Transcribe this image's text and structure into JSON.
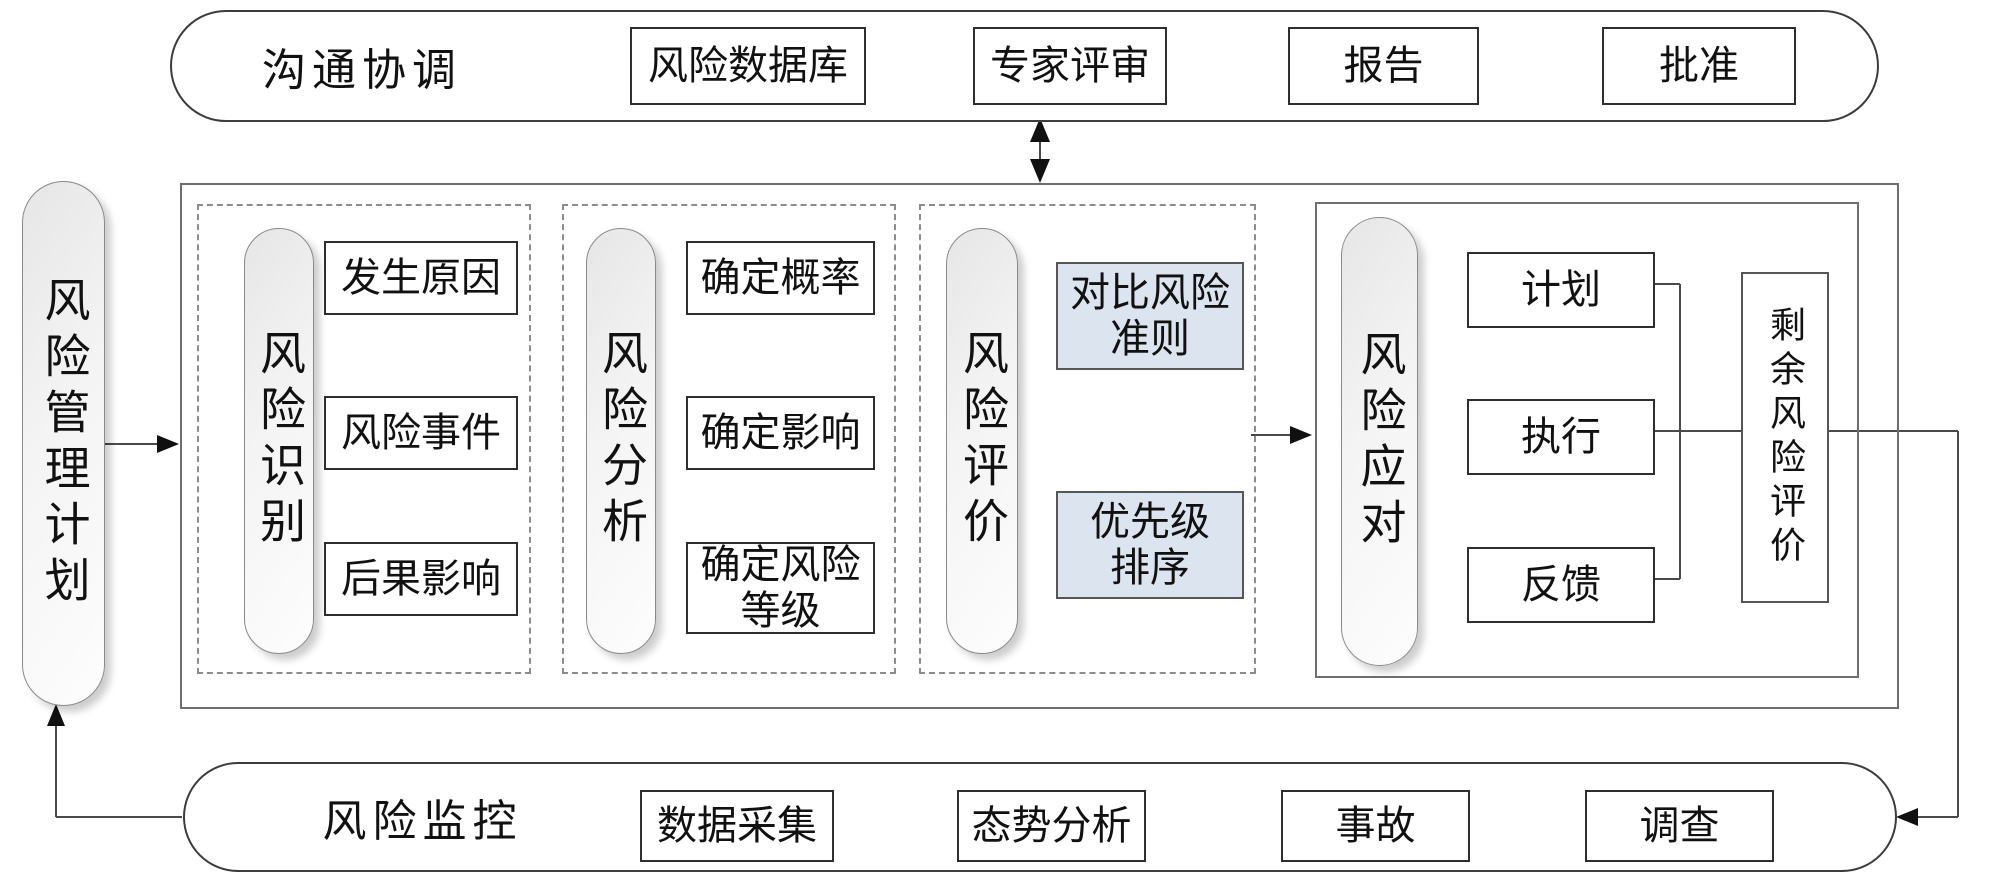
{
  "top_bar": {
    "label": "沟通协调",
    "items": [
      "风险数据库",
      "专家评审",
      "报告",
      "批准"
    ]
  },
  "plan_pill": {
    "label": "风险管理计划"
  },
  "panels": {
    "identification": {
      "pill": "风险识别",
      "boxes": [
        "发生原因",
        "风险事件",
        "后果影响"
      ]
    },
    "analysis": {
      "pill": "风险分析",
      "boxes": [
        "确定概率",
        "确定影响",
        "确定风险\n等级"
      ]
    },
    "evaluation": {
      "pill": "风险评价",
      "boxes": [
        "对比风险\n准则",
        "优先级\n排序"
      ]
    },
    "response": {
      "pill": "风险应对",
      "boxes": [
        "计划",
        "执行",
        "反馈"
      ],
      "residual": "剩余风险评价"
    }
  },
  "bottom_bar": {
    "label": "风险监控",
    "items": [
      "数据采集",
      "态势分析",
      "事故",
      "调查"
    ]
  },
  "colors": {
    "highlight_fill": "#dce4f0",
    "pill_fill": "#efefef",
    "line": "#4a4a4a"
  }
}
